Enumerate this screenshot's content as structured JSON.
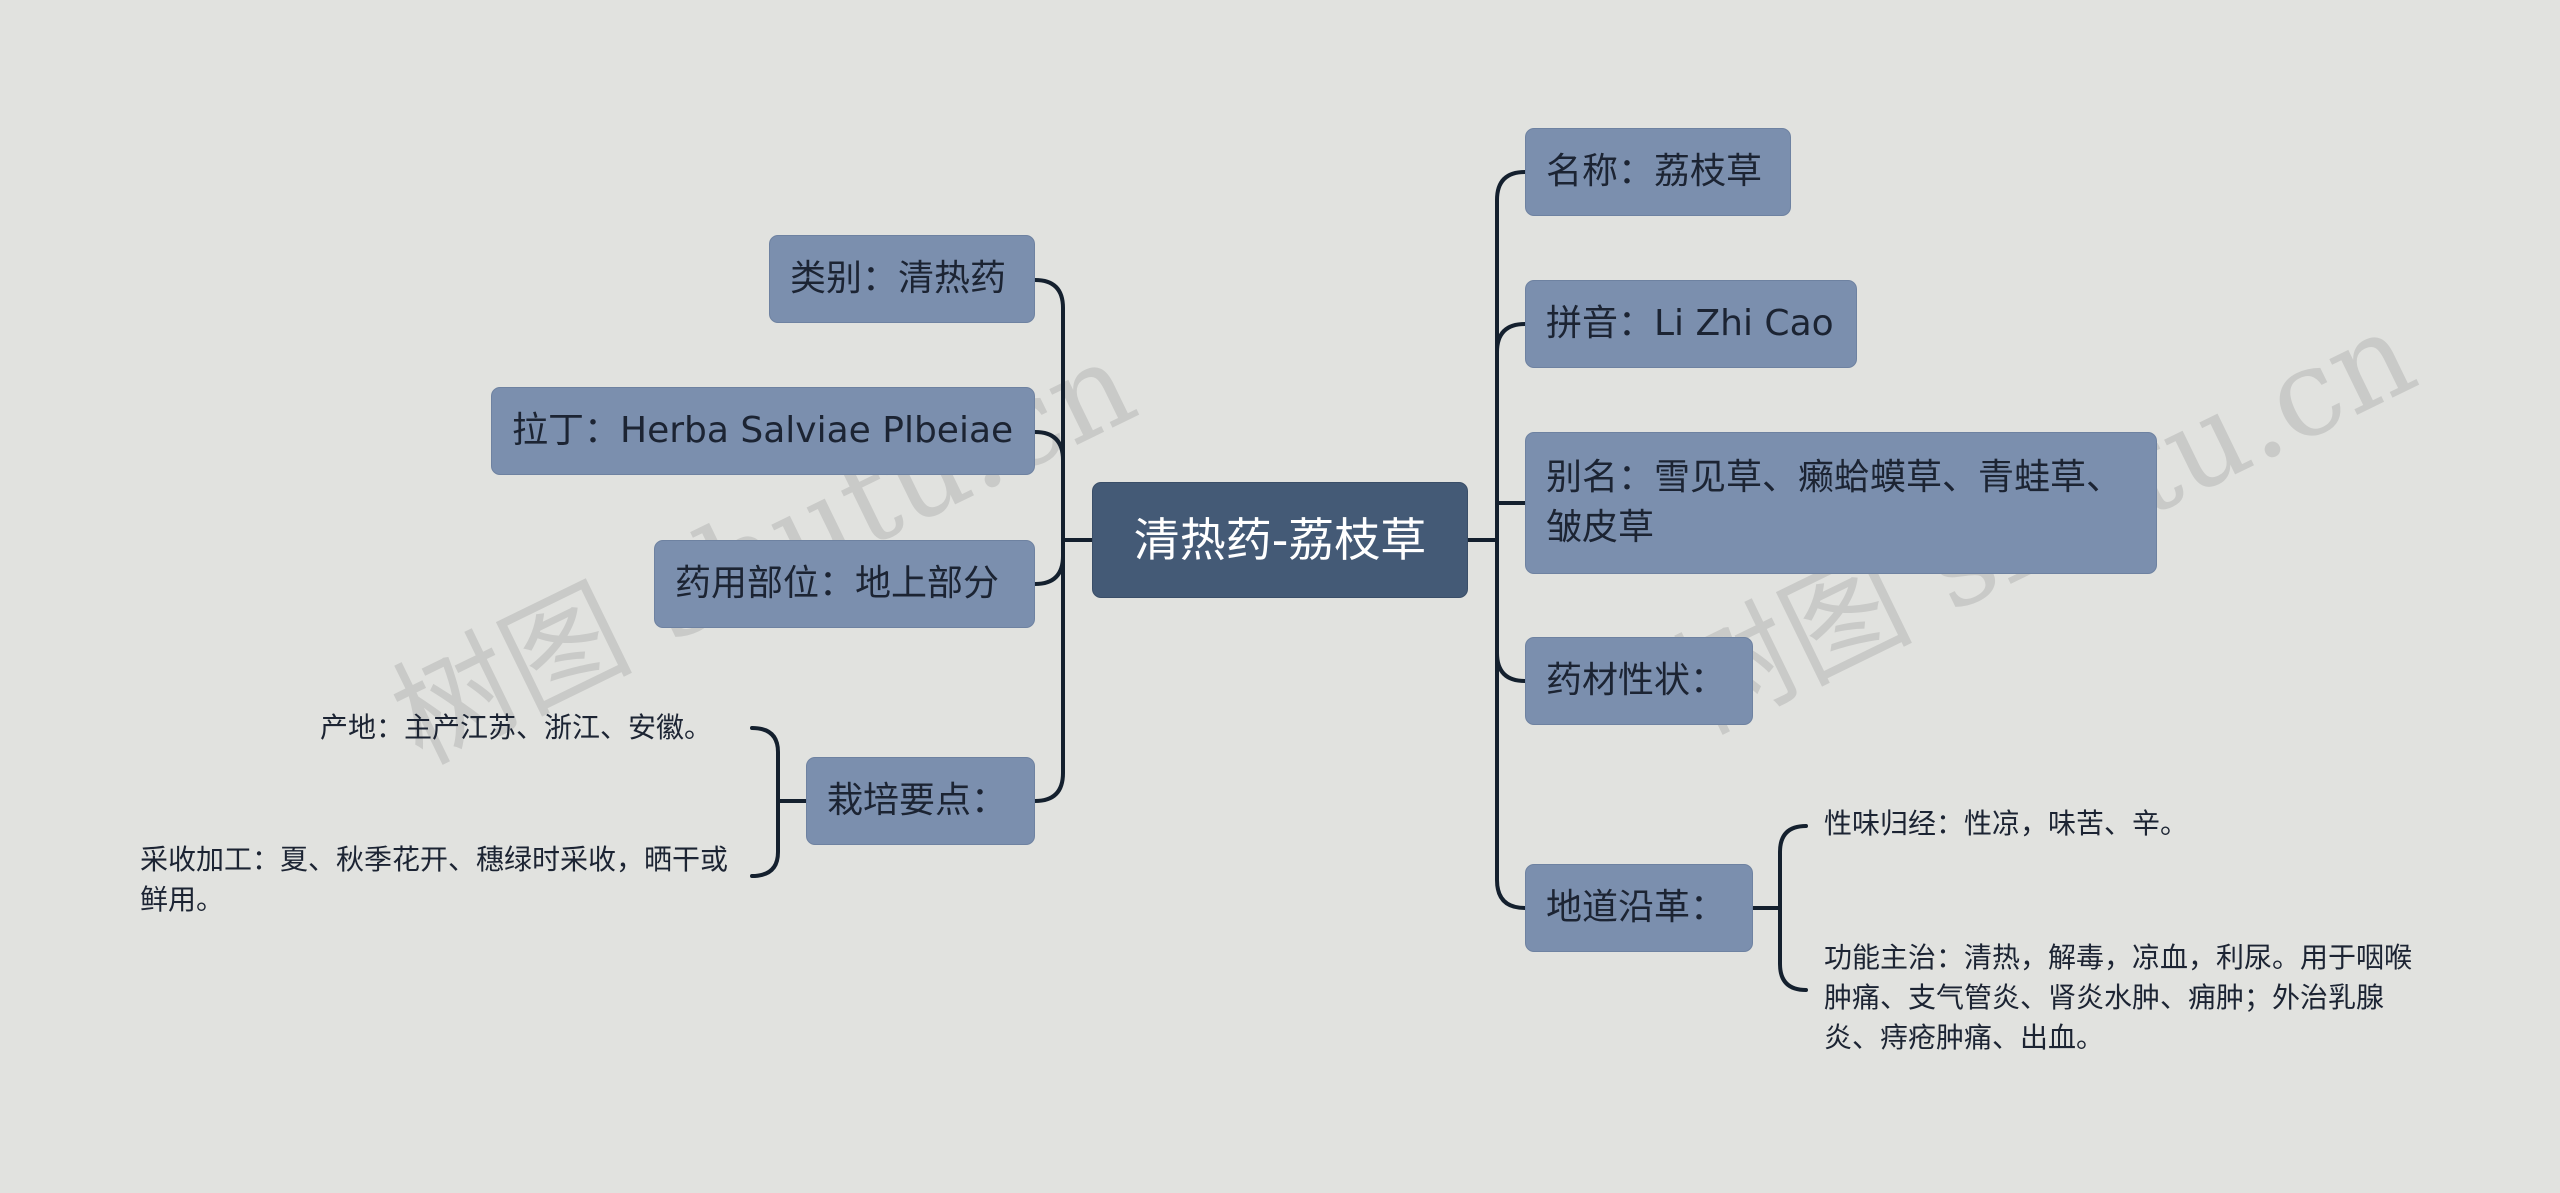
{
  "center": "清热药-荔枝草",
  "left": {
    "category": "类别：清热药",
    "latin": "拉丁：Herba Salviae Plbeiae",
    "part": "药用部位：地上部分",
    "cultivation": {
      "label": "栽培要点：",
      "origin": "产地：主产江苏、浙江、安徽。",
      "harvest": "采收加工：夏、秋季花开、穗绿时采收，晒干或鲜用。"
    }
  },
  "right": {
    "name": "名称：荔枝草",
    "pinyin": "拼音：Li Zhi Cao",
    "alias": "别名：雪见草、癞蛤蟆草、青蛙草、皱皮草",
    "properties": "药材性状：",
    "authentic": {
      "label": "地道沿革：",
      "taste": "性味归经：性凉，味苦、辛。",
      "function": "功能主治：清热，解毒，凉血，利尿。用于咽喉肿痛、支气管炎、肾炎水肿、痈肿；外治乳腺炎、痔疮肿痛、出血。"
    }
  },
  "watermark": "树图 shutu.cn",
  "colors": {
    "background": "#e1e2df",
    "node": "#7b8fae",
    "center": "#445a76",
    "edge": "#14202e"
  }
}
